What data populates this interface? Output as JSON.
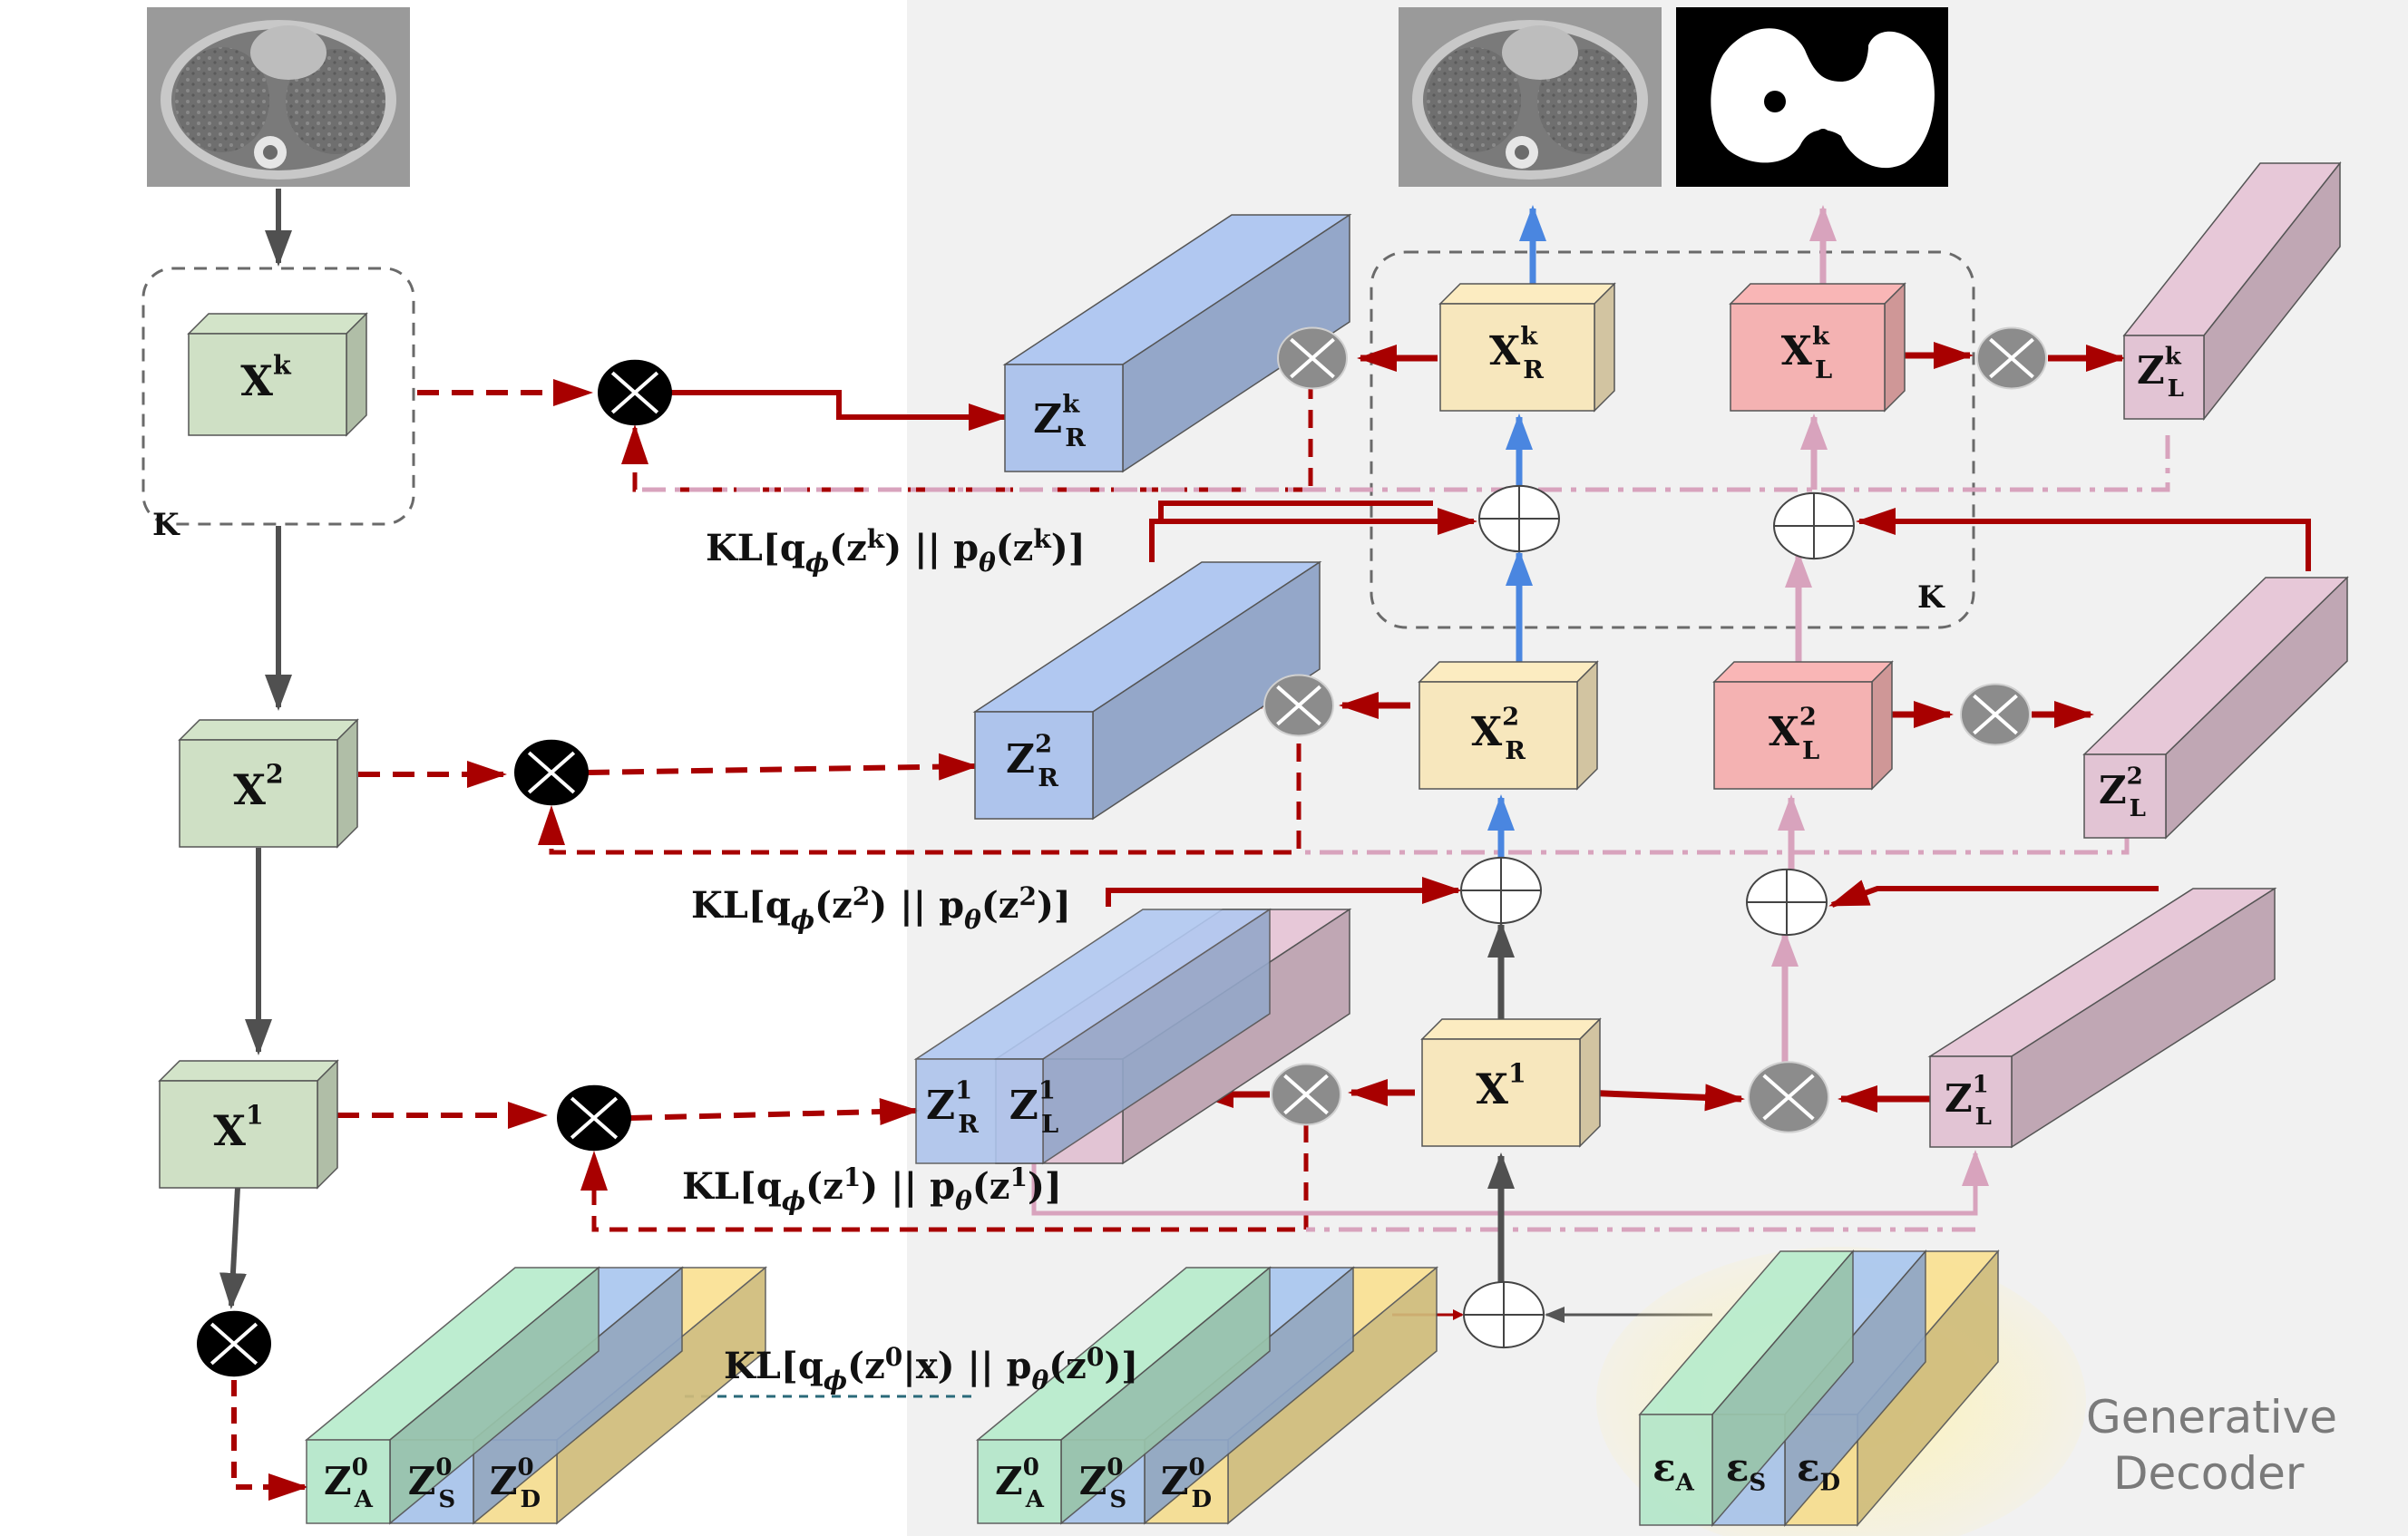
{
  "colors": {
    "encoder_box": "#cfe0c5",
    "decoder_right": "#f7e7bd",
    "decoder_left": "#f4b2b2",
    "z_right": "#aec4ec",
    "z_left": "#e2c4d4",
    "z_appearance": "#b4e7c9",
    "z_shape": "#a7c3ea",
    "z_d": "#f5dd90",
    "dark_red": "#a80000",
    "pink": "#d8a3bd",
    "blue_arrow": "#4a86e0",
    "gray_arrow": "#555555",
    "decoder_panel": "#f1f1f1"
  },
  "images": {
    "input_ct": "ct-slice",
    "output_ct": "ct-slice-reconstruction",
    "output_mask": "lung-mask"
  },
  "encoder": {
    "k_node": {
      "base": "X",
      "sup": "k"
    },
    "k_group": "K",
    "node2": {
      "base": "X",
      "sup": "2"
    },
    "node1": {
      "base": "X",
      "sup": "1"
    }
  },
  "kl": {
    "k": {
      "pre": "KL[q",
      "phi": "ϕ",
      "mid1": "(z",
      "sup1": "k",
      "mid2": ") || p",
      "theta": "θ",
      "mid3": "(z",
      "sup2": "k",
      "post": ")]"
    },
    "2": {
      "pre": "KL[q",
      "phi": "ϕ",
      "mid1": "(z",
      "sup1": "2",
      "mid2": ") || p",
      "theta": "θ",
      "mid3": "(z",
      "sup2": "2",
      "post": ")]"
    },
    "1": {
      "pre": "KL[q",
      "phi": "ϕ",
      "mid1": "(z",
      "sup1": "1",
      "mid2": ") || p",
      "theta": "θ",
      "mid3": "(z",
      "sup2": "1",
      "post": ")]"
    },
    "0": {
      "pre": "KL[q",
      "phi": "ϕ",
      "mid1": "(z",
      "sup1": "0",
      "mid2": "|x) || p",
      "theta": "θ",
      "mid3": "(z",
      "sup2": "0",
      "post": ")]"
    }
  },
  "latents": {
    "zr_k": {
      "base": "Z",
      "sup": "k",
      "sub": "R"
    },
    "zr_2": {
      "base": "Z",
      "sup": "2",
      "sub": "R"
    },
    "zr_1": {
      "base": "Z",
      "sup": "1",
      "sub": "R"
    },
    "zl_1_front": {
      "base": "Z",
      "sup": "1",
      "sub": "L"
    },
    "zl_k": {
      "base": "Z",
      "sup": "k",
      "sub": "L"
    },
    "zl_2": {
      "base": "Z",
      "sup": "2",
      "sub": "L"
    },
    "zl_1": {
      "base": "Z",
      "sup": "1",
      "sub": "L"
    },
    "z0_enc": [
      {
        "base": "Z",
        "sup": "0",
        "sub": "A"
      },
      {
        "base": "Z",
        "sup": "0",
        "sub": "S"
      },
      {
        "base": "Z",
        "sup": "0",
        "sub": "D"
      }
    ],
    "z0_dec": [
      {
        "base": "Z",
        "sup": "0",
        "sub": "A"
      },
      {
        "base": "Z",
        "sup": "0",
        "sub": "S"
      },
      {
        "base": "Z",
        "sup": "0",
        "sub": "D"
      }
    ],
    "eps": [
      {
        "base": "ε",
        "sub": "A"
      },
      {
        "base": "ε",
        "sub": "S"
      },
      {
        "base": "ε",
        "sub": "D"
      }
    ]
  },
  "decoder": {
    "xr_k": {
      "base": "X",
      "sup": "k",
      "sub": "R"
    },
    "xl_k": {
      "base": "X",
      "sup": "k",
      "sub": "L"
    },
    "xr_2": {
      "base": "X",
      "sup": "2",
      "sub": "R"
    },
    "xl_2": {
      "base": "X",
      "sup": "2",
      "sub": "L"
    },
    "x_1": {
      "base": "X",
      "sup": "1"
    },
    "k_group": "K",
    "panel_title": [
      "Generative",
      "Decoder"
    ]
  }
}
